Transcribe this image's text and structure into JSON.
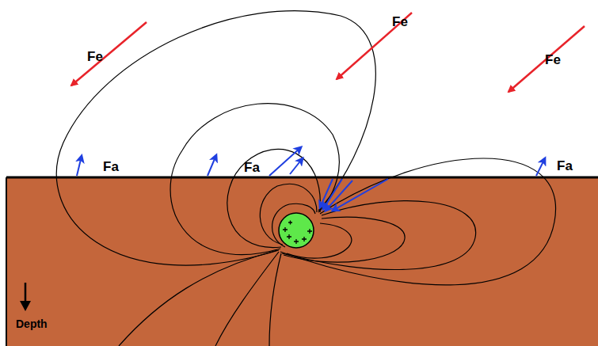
{
  "diagram": {
    "labels": [
      "Fe",
      "Fe",
      "Fe",
      "Fa",
      "Fa",
      "Fa",
      "Depth"
    ]
  }
}
